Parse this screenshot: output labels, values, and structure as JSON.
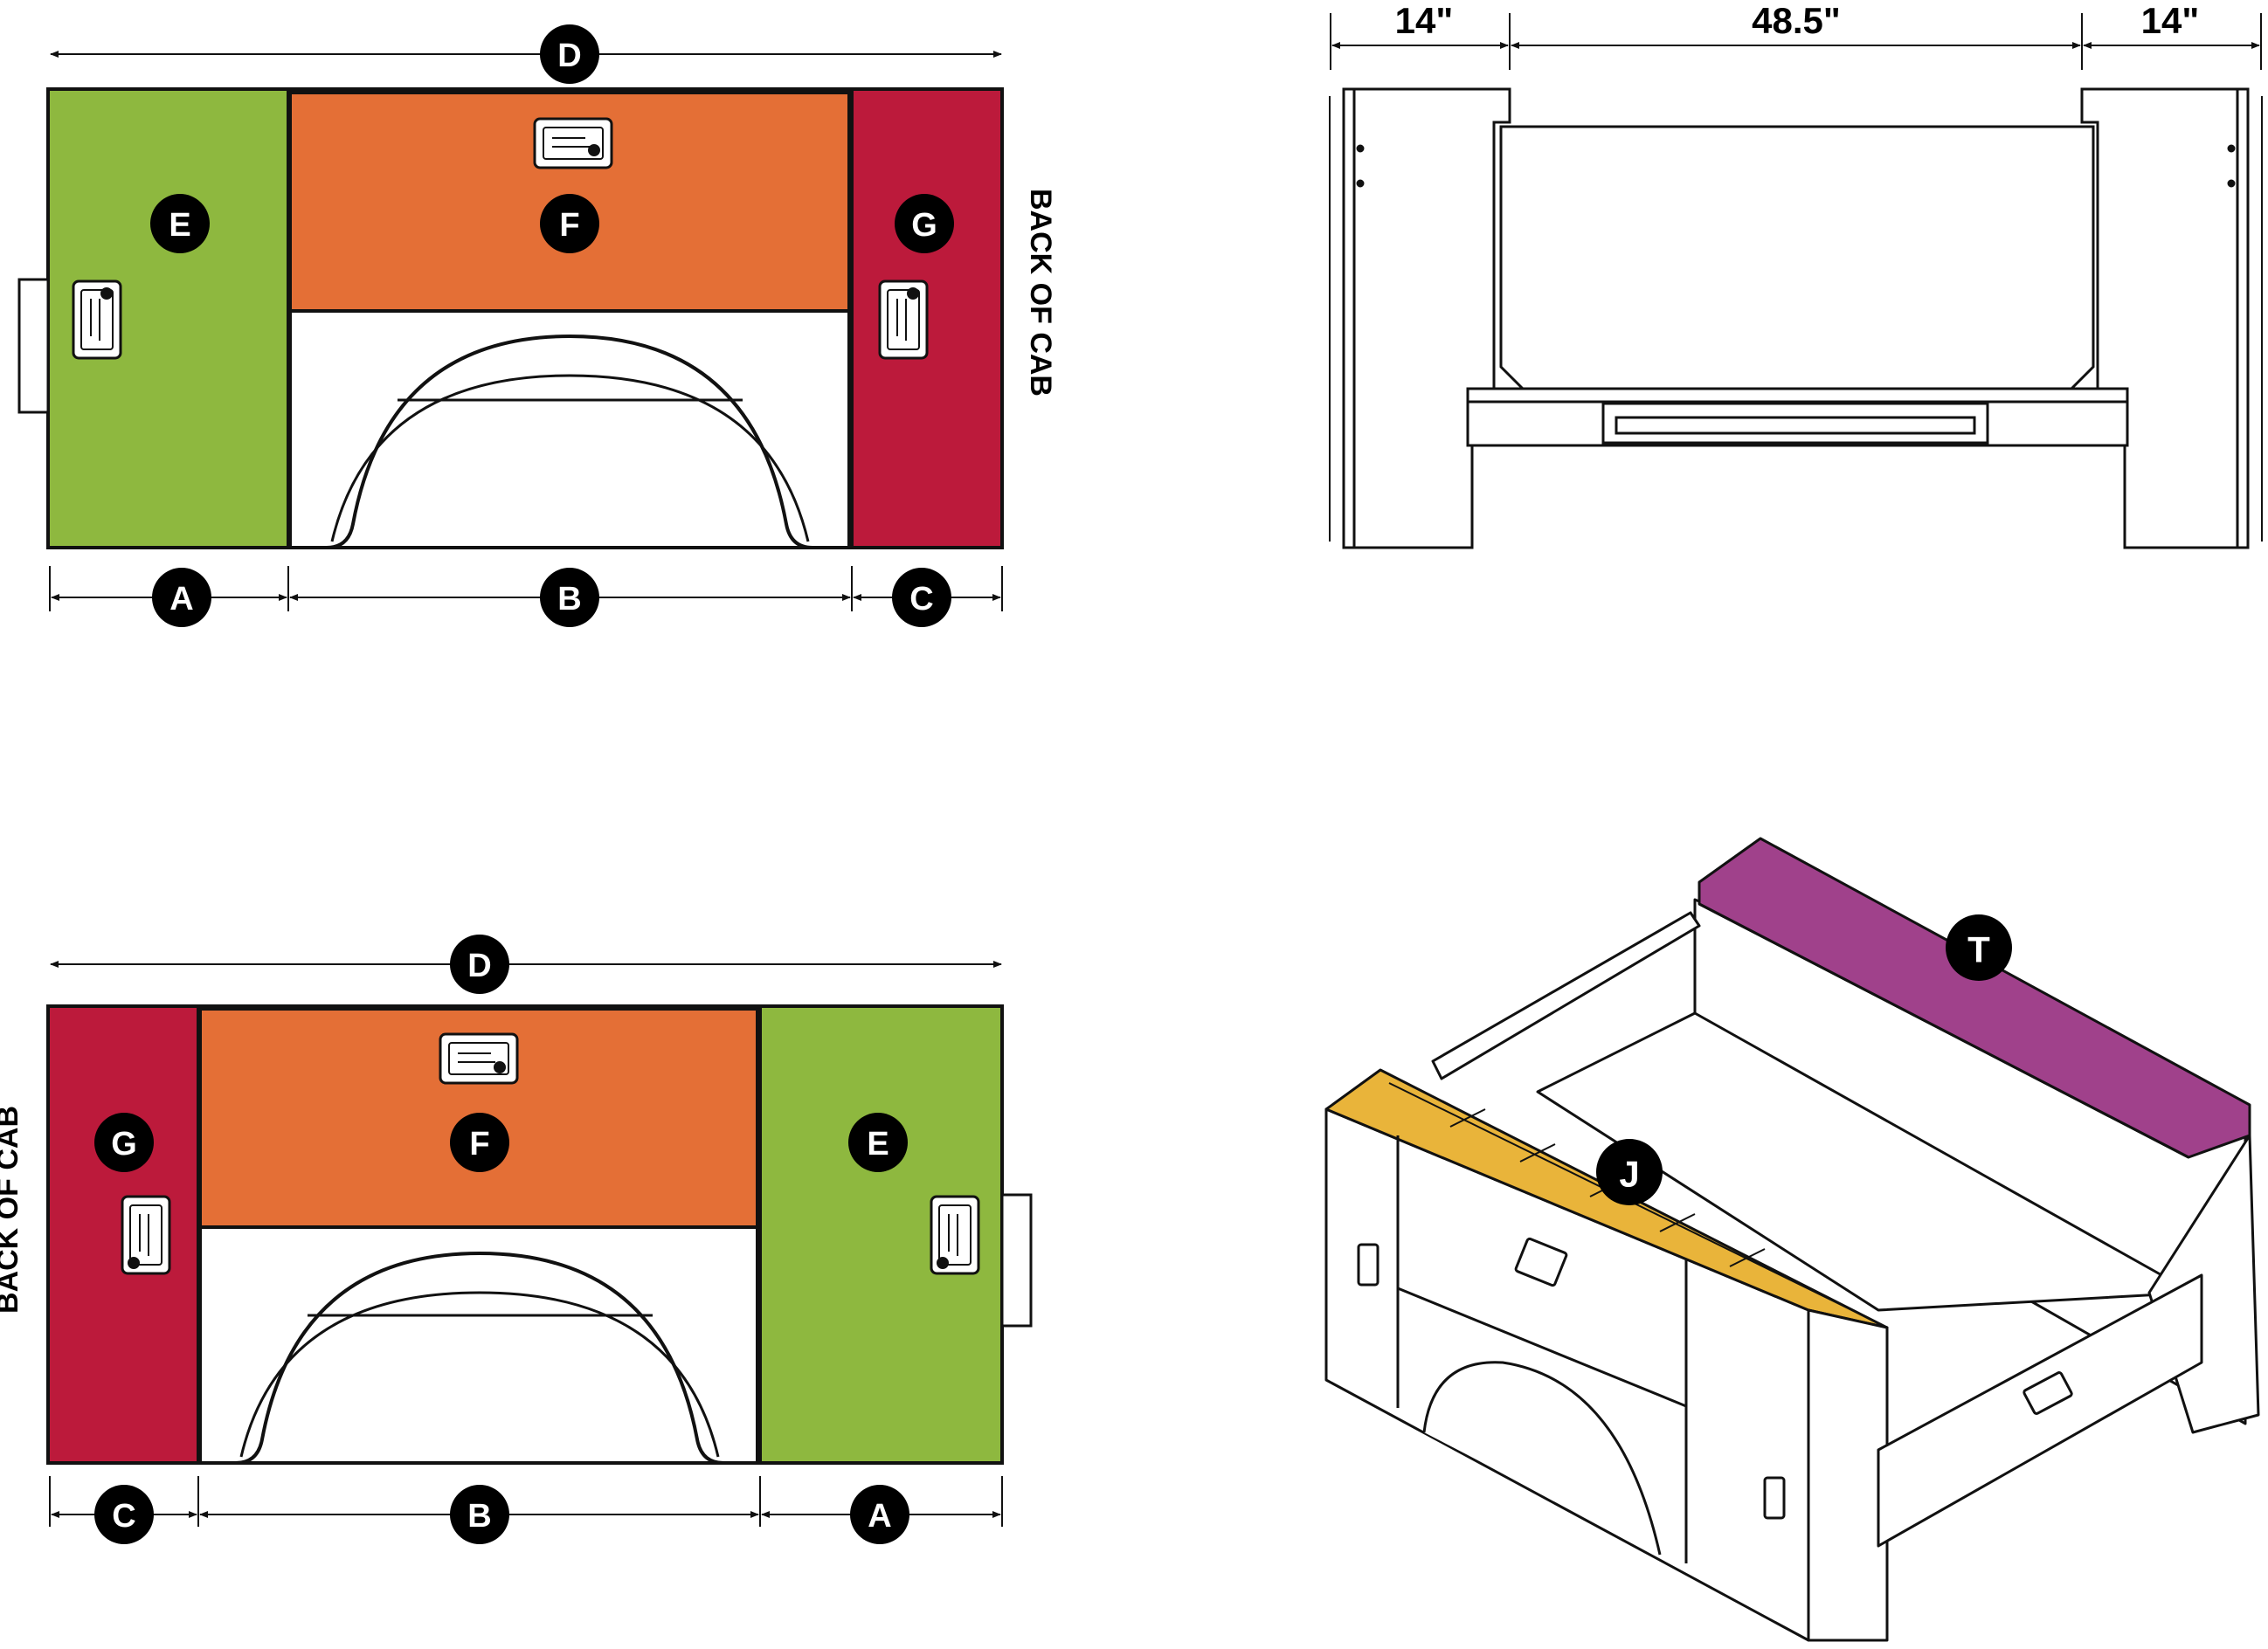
{
  "colors": {
    "E": "#8eb83f",
    "F": "#e46f36",
    "G": "#bc1a3b",
    "J": "#e9b43a",
    "T": "#a0418b",
    "outline": "#111111"
  },
  "labels": {
    "A": "A",
    "B": "B",
    "C": "C",
    "D": "D",
    "E": "E",
    "F": "F",
    "G": "G",
    "J": "J",
    "T": "T"
  },
  "rear_view": {
    "dim_left": "14\"",
    "dim_center": "48.5\"",
    "dim_right": "14\""
  },
  "side_note": "BACK OF CAB"
}
